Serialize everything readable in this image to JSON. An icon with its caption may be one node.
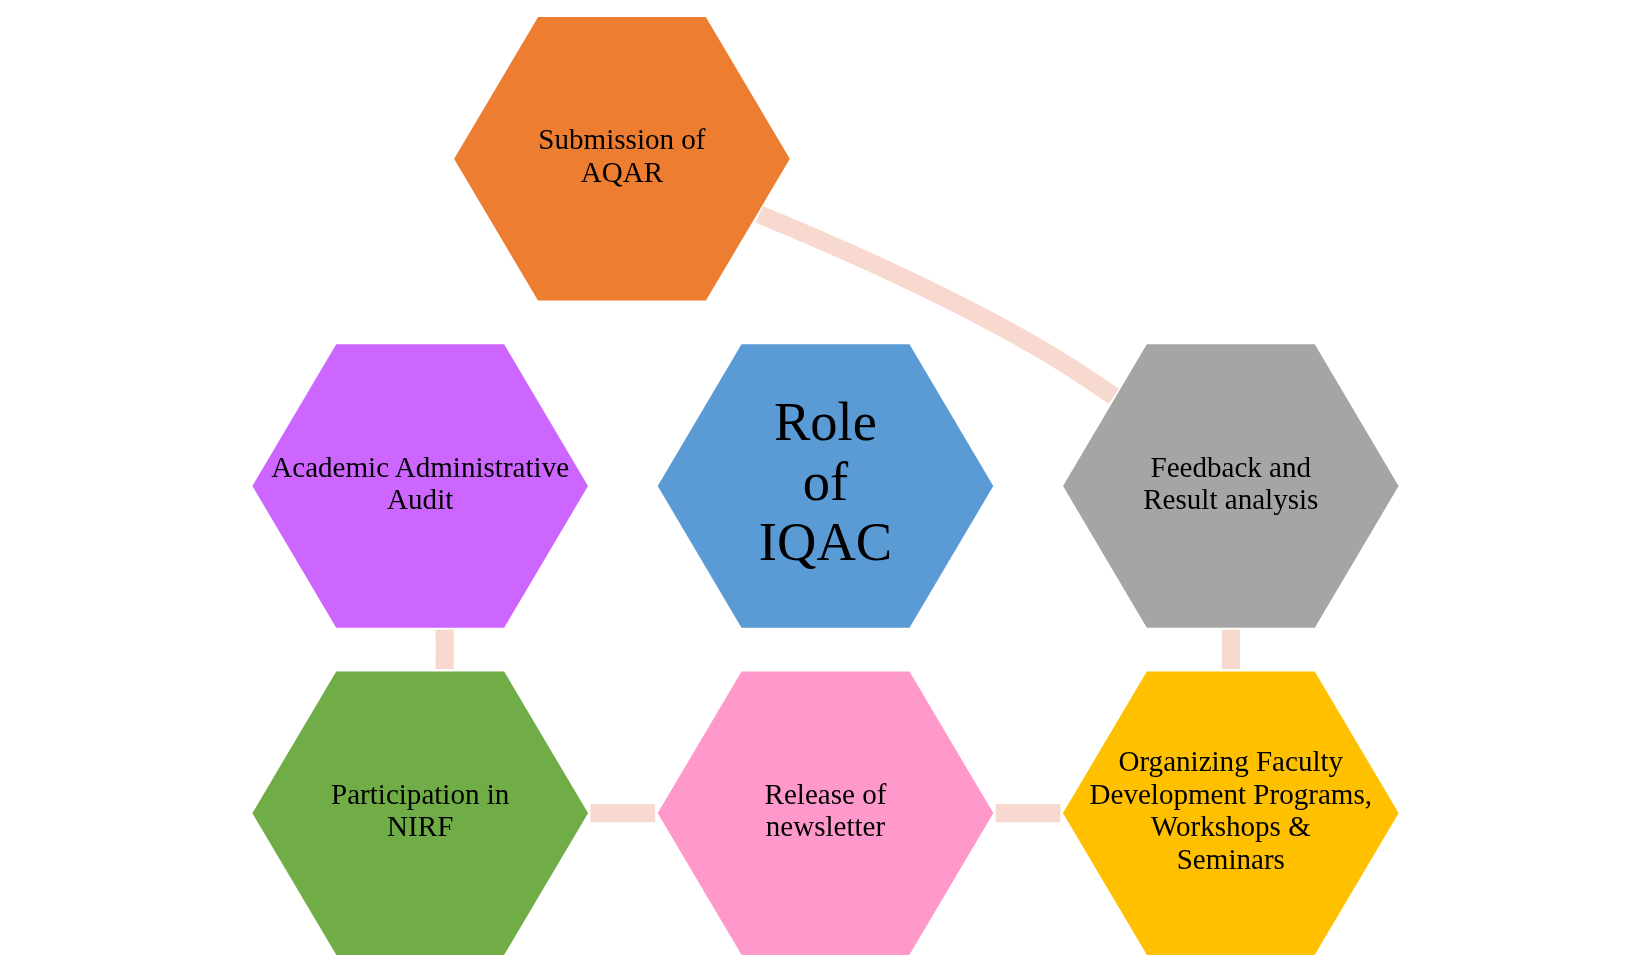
{
  "diagram": {
    "nodes": [
      {
        "text": [
          "Role of IQAC"
        ]
      },
      {
        "text": [
          "Submission of AQAR"
        ]
      },
      {
        "text": [
          "Feedback and Result analysis"
        ]
      },
      {
        "text": [
          "Organizing Faculty Development Programs, Workshops & Seminars"
        ]
      },
      {
        "text": [
          "Release of newsletter"
        ]
      },
      {
        "text": [
          "Participation in NIRF"
        ]
      },
      {
        "text": [
          "Academic Administrative Audit"
        ]
      }
    ],
    "edges": [
      {
        "from": 1,
        "to": 2,
        "arrow": "none"
      },
      {
        "from": 2,
        "to": 3,
        "arrow": "none"
      },
      {
        "from": 3,
        "to": 4,
        "arrow": "none"
      },
      {
        "from": 4,
        "to": 5,
        "arrow": "none"
      },
      {
        "from": 5,
        "to": 6,
        "arrow": "none"
      }
    ]
  }
}
